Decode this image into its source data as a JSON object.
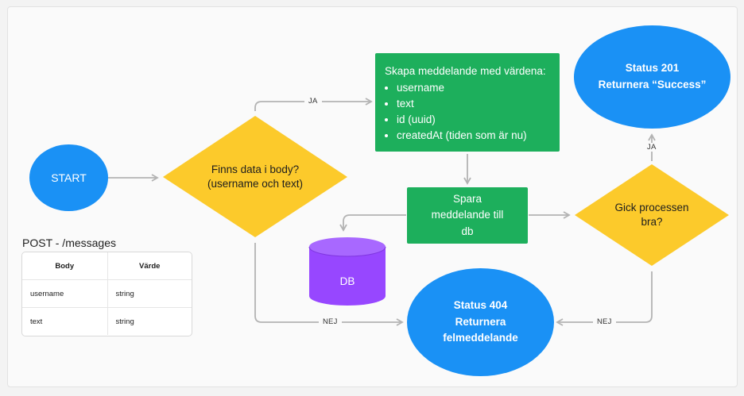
{
  "nodes": {
    "start": "START",
    "check_body": "Finns data i body? (username och text)",
    "create_title": "Skapa meddelande med värdena:",
    "create_items": [
      "username",
      "text",
      "id (uuid)",
      "createdAt (tiden som är nu)"
    ],
    "save": "Spara meddelande till db",
    "db": "DB",
    "status_201_line1": "Status 201",
    "status_201_line2": "Returnera “Success”",
    "process_ok": "Gick processen bra?",
    "status_404_line1": "Status 404",
    "status_404_line2": "Returnera",
    "status_404_line3": "felmeddelande"
  },
  "edge_labels": {
    "yes_1": "JA",
    "no_1": "NEJ",
    "yes_2": "JA",
    "no_2": "NEJ"
  },
  "table": {
    "title": "POST - /messages",
    "headers": [
      "Body",
      "Värde"
    ],
    "rows": [
      [
        "username",
        "string"
      ],
      [
        "text",
        "string"
      ]
    ]
  },
  "colors": {
    "terminal_blue": "#1a91f5",
    "process_green": "#1daf5c",
    "decision_yellow": "#fcca2b",
    "database_purple": "#9747ff",
    "connector_gray": "#b3b3b3"
  }
}
